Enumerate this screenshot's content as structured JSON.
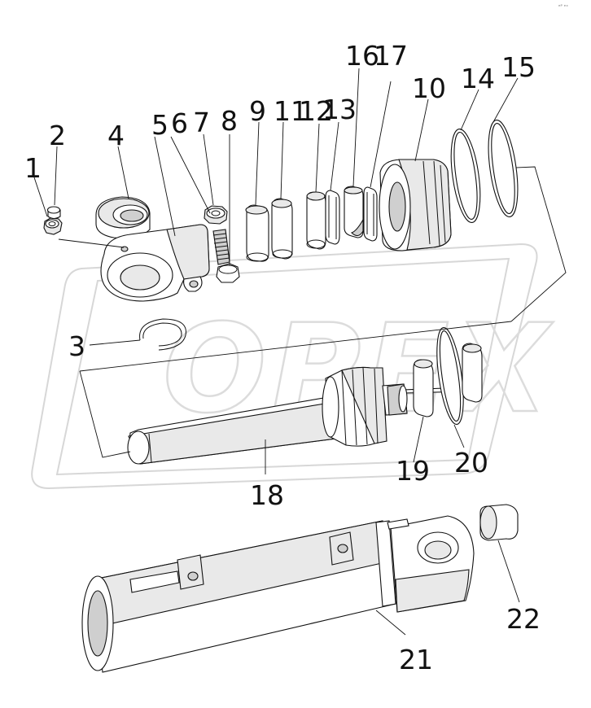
{
  "watermark": {
    "text": "OPEX"
  },
  "corner_mark": "ᵉᴾ ᵉˣ",
  "callouts": {
    "c1": "1",
    "c2": "2",
    "c3": "3",
    "c4": "4",
    "c5": "5",
    "c6": "6",
    "c7": "7",
    "c8": "8",
    "c9": "9",
    "c11": "11",
    "c12": "12",
    "c13": "13",
    "c16": "16",
    "c17": "17",
    "c10": "10",
    "c14": "14",
    "c15": "15",
    "c18": "18",
    "c19": "19",
    "c20": "20",
    "c21": "21",
    "c22": "22"
  }
}
